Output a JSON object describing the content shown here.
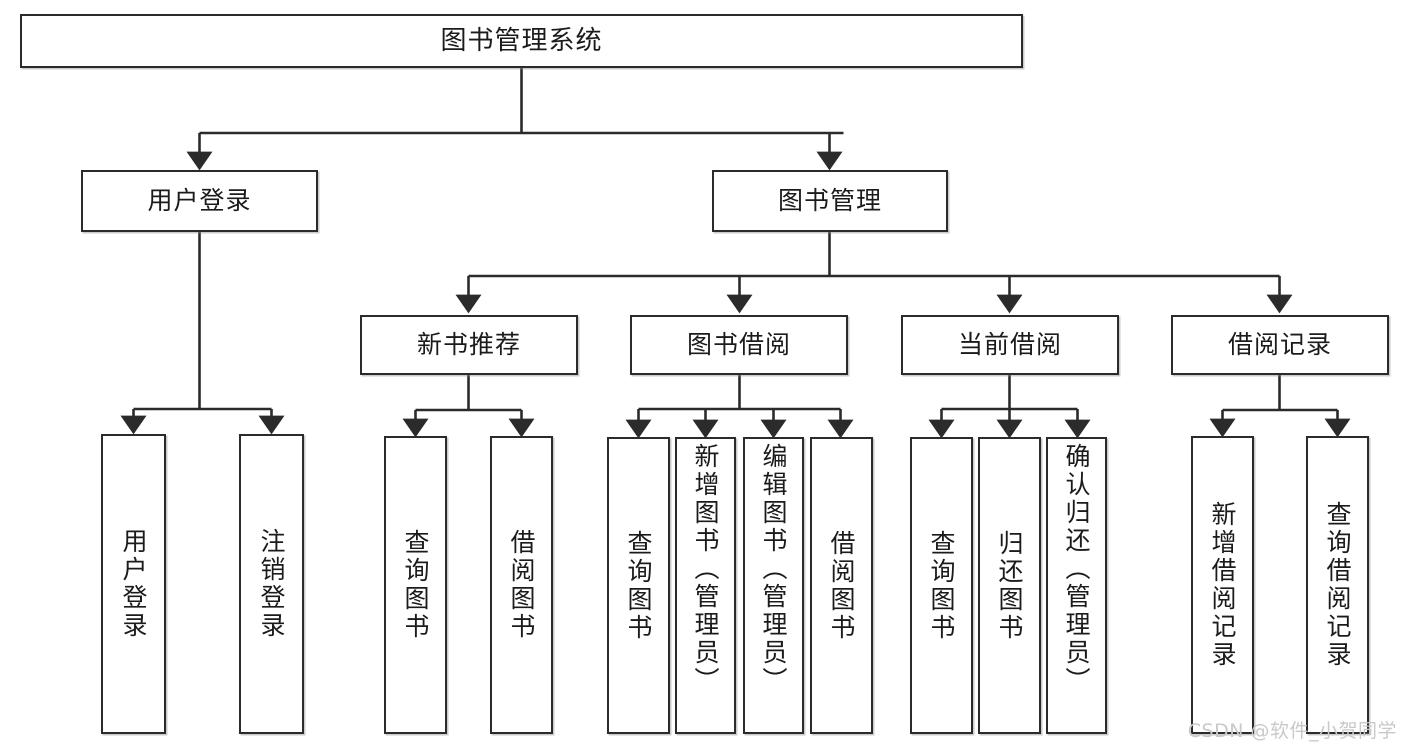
{
  "diagram": {
    "title": "图书管理系统",
    "type": "hierarchy-tree",
    "root": {
      "label": "图书管理系统"
    },
    "level2": [
      {
        "label": "用户登录"
      },
      {
        "label": "图书管理"
      }
    ],
    "level3": [
      {
        "label": "新书推荐"
      },
      {
        "label": "图书借阅"
      },
      {
        "label": "当前借阅"
      },
      {
        "label": "借阅记录"
      }
    ],
    "leaves": {
      "user_login": [
        {
          "label": "用户登录"
        },
        {
          "label": "注销登录"
        }
      ],
      "new_book_recommend": [
        {
          "label": "查询图书"
        },
        {
          "label": "借阅图书"
        }
      ],
      "book_borrow": [
        {
          "label": "查询图书"
        },
        {
          "label": "新增图书（管理员）"
        },
        {
          "label": "编辑图书（管理员）"
        },
        {
          "label": "借阅图书"
        }
      ],
      "current_borrow": [
        {
          "label": "查询图书"
        },
        {
          "label": "归还图书"
        },
        {
          "label": "确认归还（管理员）"
        }
      ],
      "borrow_record": [
        {
          "label": "新增借阅记录"
        },
        {
          "label": "查询借阅记录"
        }
      ]
    }
  },
  "watermark": {
    "text": "CSDN @软件_小贺同学"
  },
  "colors": {
    "stroke": "#2b2b2b",
    "fill": "#ffffff",
    "text": "#1b1b1b",
    "watermark": "#c9c9c9"
  }
}
